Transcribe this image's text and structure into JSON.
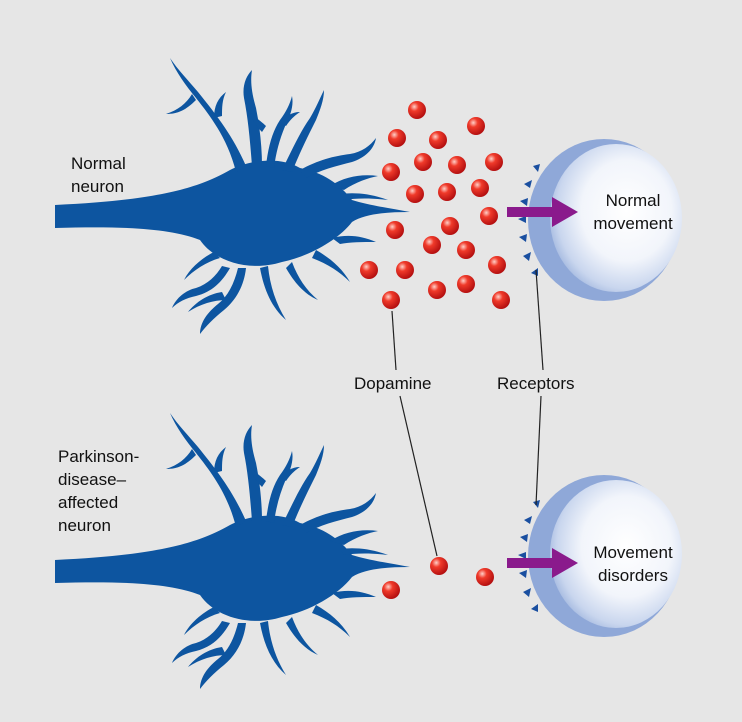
{
  "labels": {
    "normal_neuron": "Normal\nneuron",
    "affected_neuron": "Parkinson-\ndisease–\naffected\nneuron",
    "dopamine": "Dopamine",
    "receptors": "Receptors",
    "normal_movement": "Normal\nmovement",
    "movement_disorders": "Movement\ndisorders"
  },
  "colors": {
    "background": "#e6e6e6",
    "neuron": "#0d55a0",
    "dopamine": "#e02020",
    "receptor_cell": "#8fa8d8",
    "receptor_highlight": "#ffffff",
    "arrow": "#8a1a8c"
  },
  "icons": {
    "arrow": "arrow-right-icon"
  }
}
